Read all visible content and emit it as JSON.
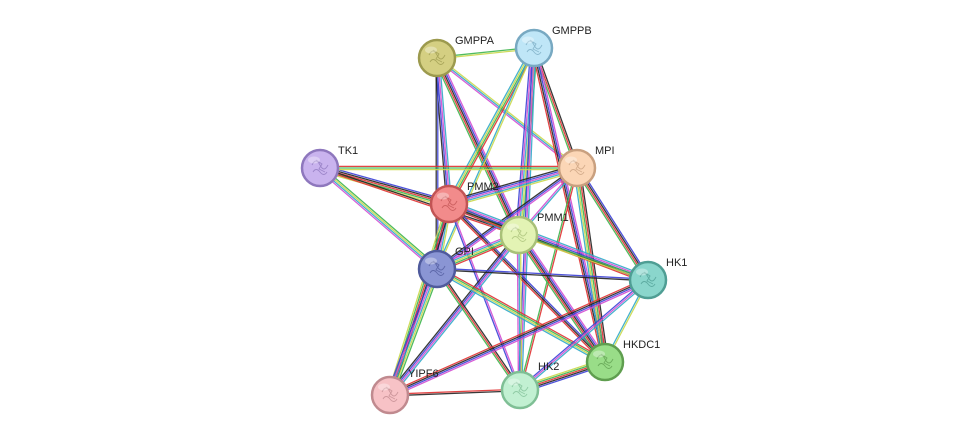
{
  "nodes": [
    {
      "id": "GMPPA",
      "label": "GMPPA",
      "fill": "#d4cf82",
      "stroke": "#9c9a4e"
    },
    {
      "id": "GMPPB",
      "label": "GMPPB",
      "fill": "#bfe6f7",
      "stroke": "#78a9c2"
    },
    {
      "id": "TK1",
      "label": "TK1",
      "fill": "#c9b3ee",
      "stroke": "#8e77bd"
    },
    {
      "id": "MPI",
      "label": "MPI",
      "fill": "#fbd6b6",
      "stroke": "#c9a07f"
    },
    {
      "id": "PMM2",
      "label": "PMM2",
      "fill": "#f28b8b",
      "stroke": "#c25454"
    },
    {
      "id": "PMM1",
      "label": "PMM1",
      "fill": "#e3f3b4",
      "stroke": "#a8c078"
    },
    {
      "id": "GPI",
      "label": "GPI",
      "fill": "#8a95d4",
      "stroke": "#4f5a9c"
    },
    {
      "id": "HK1",
      "label": "HK1",
      "fill": "#8ad6cc",
      "stroke": "#4f9e94"
    },
    {
      "id": "HKDC1",
      "label": "HKDC1",
      "fill": "#99dd88",
      "stroke": "#5f9e4f"
    },
    {
      "id": "HK2",
      "label": "HK2",
      "fill": "#c2f0d2",
      "stroke": "#7fbf95"
    },
    {
      "id": "YIPF6",
      "label": "YIPF6",
      "fill": "#f7c2c6",
      "stroke": "#c08a8f"
    }
  ],
  "edges": [
    [
      "GMPPA",
      "GMPPB"
    ],
    [
      "GMPPA",
      "MPI"
    ],
    [
      "GMPPA",
      "PMM2"
    ],
    [
      "GMPPA",
      "PMM1"
    ],
    [
      "GMPPA",
      "GPI"
    ],
    [
      "GMPPB",
      "MPI"
    ],
    [
      "GMPPB",
      "PMM2"
    ],
    [
      "GMPPB",
      "PMM1"
    ],
    [
      "GMPPB",
      "GPI"
    ],
    [
      "GMPPB",
      "HK2"
    ],
    [
      "GMPPB",
      "HKDC1"
    ],
    [
      "TK1",
      "PMM2"
    ],
    [
      "TK1",
      "PMM1"
    ],
    [
      "TK1",
      "MPI"
    ],
    [
      "TK1",
      "GPI"
    ],
    [
      "MPI",
      "PMM2"
    ],
    [
      "MPI",
      "PMM1"
    ],
    [
      "MPI",
      "GPI"
    ],
    [
      "MPI",
      "HK1"
    ],
    [
      "MPI",
      "HKDC1"
    ],
    [
      "MPI",
      "HK2"
    ],
    [
      "PMM2",
      "PMM1"
    ],
    [
      "PMM2",
      "GPI"
    ],
    [
      "PMM2",
      "HK1"
    ],
    [
      "PMM2",
      "HK2"
    ],
    [
      "PMM2",
      "HKDC1"
    ],
    [
      "PMM2",
      "YIPF6"
    ],
    [
      "PMM1",
      "GPI"
    ],
    [
      "PMM1",
      "HK1"
    ],
    [
      "PMM1",
      "HK2"
    ],
    [
      "PMM1",
      "YIPF6"
    ],
    [
      "PMM1",
      "HKDC1"
    ],
    [
      "GPI",
      "HK1"
    ],
    [
      "GPI",
      "HK2"
    ],
    [
      "GPI",
      "HKDC1"
    ],
    [
      "GPI",
      "YIPF6"
    ],
    [
      "HK1",
      "HKDC1"
    ],
    [
      "HK1",
      "HK2"
    ],
    [
      "HK1",
      "YIPF6"
    ],
    [
      "HKDC1",
      "HK2"
    ],
    [
      "HK2",
      "YIPF6"
    ]
  ],
  "edge_colors": [
    "#3cb44b",
    "#c9d84a",
    "#30a9c8",
    "#d14bd1",
    "#3a3fd6",
    "#222222",
    "#e03030"
  ]
}
